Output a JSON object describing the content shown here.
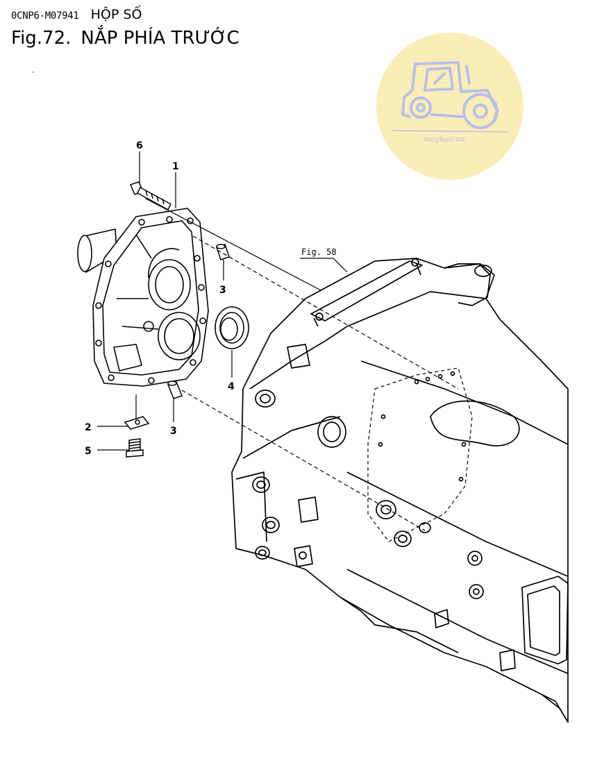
{
  "header": {
    "code": "0CNP6-M07941",
    "section": "HỘP SỐ",
    "fig_label": "Fig.72.",
    "fig_title": "NẮP PHÍA TRƯỚC"
  },
  "watermark": {
    "text": "maykeo.vn",
    "bg_color": "#fbedb8",
    "ink_color": "#b9bfe6"
  },
  "reference": "Fig. 58",
  "callouts": {
    "c1": "1",
    "c2": "2",
    "c3a": "3",
    "c3b": "3",
    "c4": "4",
    "c5": "5",
    "c6": "6"
  }
}
